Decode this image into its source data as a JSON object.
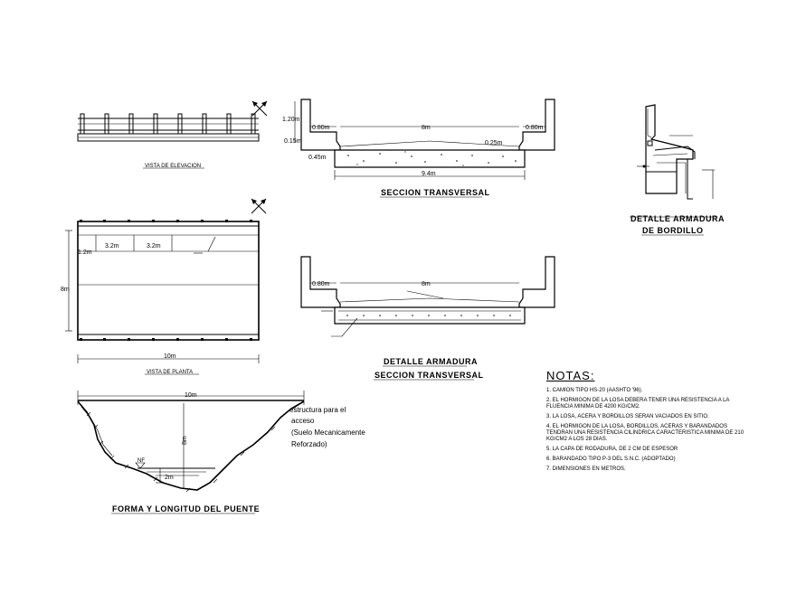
{
  "views": {
    "elevation": {
      "label": "VISTA DE ELEVACION"
    },
    "section": {
      "title": "SECCION TRANSVERSAL",
      "dim_height": "1.20m",
      "dim_sidewalk_left": "0.80m",
      "dim_width": "8m",
      "dim_sidewalk_right": "0.80m",
      "dim_curb": "0.15m",
      "dim_slope": "0.25m",
      "dim_slab": "0.45m",
      "dim_total": "9.4m"
    },
    "curb_detail": {
      "title_line1": "DETALLE ARMADURA",
      "title_line2": "DE BORDILLO"
    },
    "plan": {
      "label": "VISTA DE PLANTA",
      "dim_left": "1.2m",
      "dim_a": "3.2m",
      "dim_b": "3.2m",
      "dim_height": "8m",
      "dim_length": "10m"
    },
    "reinforcement": {
      "title_line1": "DETALLE ARMADURA",
      "title_line2": "SECCION TRANSVERSAL",
      "dim_left": "0.80m",
      "dim_width": "8m"
    },
    "profile": {
      "title": "FORMA Y LONGITUD DEL PUENTE",
      "dim_length": "10m",
      "dim_depth": "8m",
      "dim_water": "2m",
      "water_label": "NF",
      "note_line1": "estructura para el",
      "note_line2": "acceso",
      "note_line3": "(Suelo Mecanicamente",
      "note_line4": "Reforzado)"
    }
  },
  "notes": {
    "title": "NOTAS:",
    "items": [
      "1. CAMION TIPO HS-20 (AASHTO '96).",
      "2. EL HORMIGON DE LA LOSA DEBERA TENER UNA RESISTENCIA A LA FLUENCIA MINIMA DE 4200 kg/cm2.",
      "3. LA LOSA, ACERA Y BORDILLOS SERAN VACIADOS EN SITIO.",
      "4. EL HORMIGON DE LA LOSA, BORDILLOS, ACERAS Y BARANDADOS TENDRAN UNA RESISTENCIA CILINDRICA CARACTERISTICA MINIMA DE 210 kg/cm2 A LOS 28 DIAS.",
      "5. LA CAPA DE RODADURA, DE 2 cm DE ESPESOR",
      "6. BARANDADO TIPO P-3 DEL S.N.C. (ADOPTADO)",
      "7. DIMENSIONES EN METROS."
    ]
  }
}
